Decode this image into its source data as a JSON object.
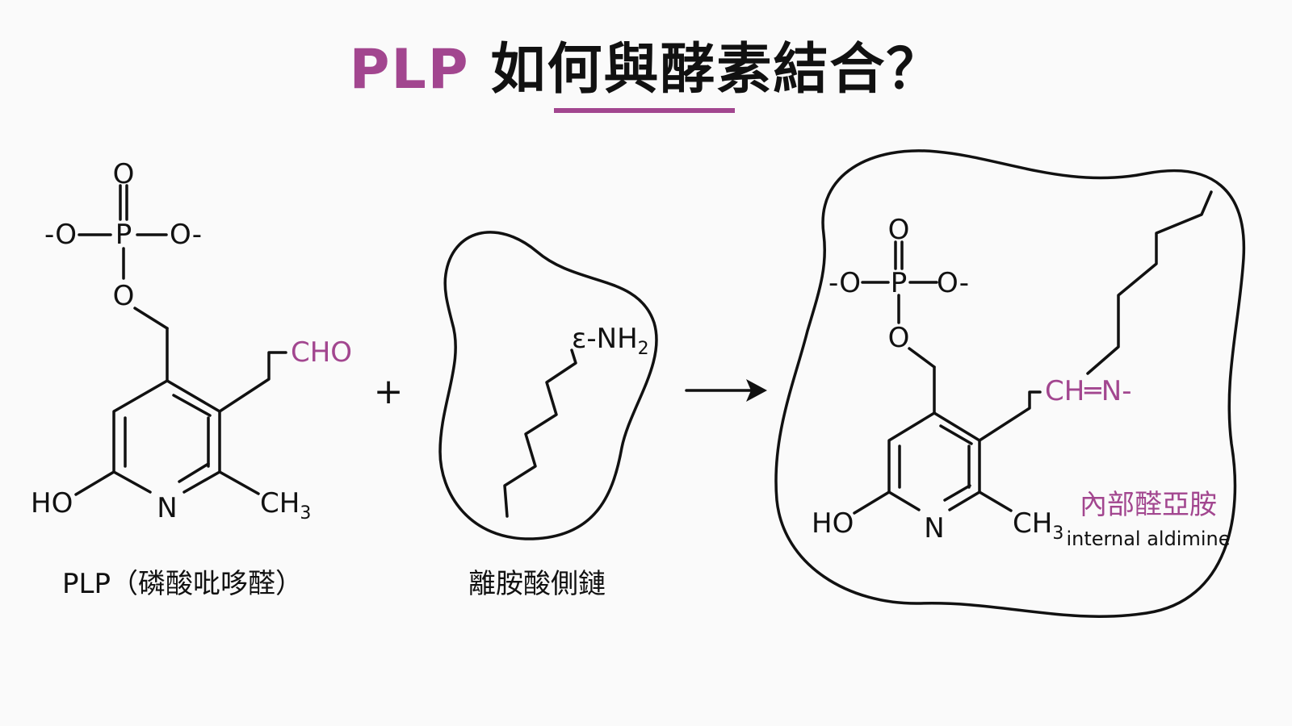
{
  "title": {
    "accent": "PLP",
    "rest": " 如何與酵素結合？"
  },
  "plp": {
    "o_top": "O",
    "p": "P",
    "o_left": "-O",
    "o_right": "O-",
    "o_link": "O",
    "cho": "CHO",
    "ho": "HO",
    "n": "N",
    "ch": "CH",
    "ch_sub": "3",
    "caption": "PLP（磷酸吡哆醛）"
  },
  "plus": "+",
  "lysine": {
    "eps": "ε-NH",
    "eps_sub": "2",
    "caption": "離胺酸側鏈"
  },
  "product": {
    "o_top": "O",
    "p": "P",
    "o_left": "-O",
    "o_right": "O-",
    "o_link": "O",
    "imine": "CH═N-",
    "ho": "HO",
    "n": "N",
    "ch": "CH",
    "ch_sub": "3",
    "label_cjk": "內部醛亞胺",
    "label_en": "internal aldimine"
  },
  "colors": {
    "accent": "#a2468f",
    "ink": "#111111",
    "background": "#fafafa"
  }
}
